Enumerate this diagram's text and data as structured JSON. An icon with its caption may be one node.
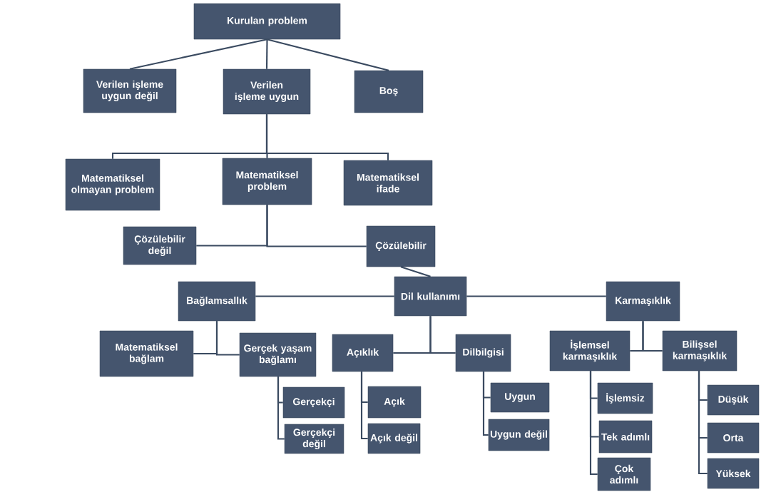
{
  "diagram": {
    "nodes": [
      {
        "text": [
          "Kurulan problem"
        ]
      },
      {
        "text": [
          "Verilen işleme uygun değil"
        ]
      },
      {
        "text": [
          "Verilen işleme uygun"
        ]
      },
      {
        "text": [
          "Boş"
        ]
      },
      {
        "text": [
          "Matematiksel olmayan problem"
        ]
      },
      {
        "text": [
          "Matematiksel problem"
        ]
      },
      {
        "text": [
          "Matematiksel ifade"
        ]
      },
      {
        "text": [
          "Çözülebilir değil"
        ]
      },
      {
        "text": [
          "Çözülebilir"
        ]
      },
      {
        "text": [
          "Bağlamsallık"
        ]
      },
      {
        "text": [
          "Dil kullanımı"
        ]
      },
      {
        "text": [
          "Karmaşıklık"
        ]
      },
      {
        "text": [
          "Matematiksel bağlam"
        ]
      },
      {
        "text": [
          "Gerçek yaşam bağlamı"
        ]
      },
      {
        "text": [
          "Açıklık"
        ]
      },
      {
        "text": [
          "Dilbilgisi"
        ]
      },
      {
        "text": [
          "İşlemsel karmaşıklık"
        ]
      },
      {
        "text": [
          "Bilişsel karmaşıklık"
        ]
      },
      {
        "text": [
          "Gerçekçi"
        ]
      },
      {
        "text": [
          "Gerçekçi değil"
        ]
      },
      {
        "text": [
          "Açık"
        ]
      },
      {
        "text": [
          "Açık değil"
        ]
      },
      {
        "text": [
          "Uygun"
        ]
      },
      {
        "text": [
          "Uygun değil"
        ]
      },
      {
        "text": [
          "İşlemsiz"
        ]
      },
      {
        "text": [
          "Tek adımlı"
        ]
      },
      {
        "text": [
          "Çok adımlı"
        ]
      },
      {
        "text": [
          "Düşük"
        ]
      },
      {
        "text": [
          "Orta"
        ]
      },
      {
        "text": [
          "Yüksek"
        ]
      }
    ],
    "edges": [
      {
        "from": 0,
        "to": 1,
        "arrow": "none"
      },
      {
        "from": 0,
        "to": 2,
        "arrow": "none"
      },
      {
        "from": 0,
        "to": 3,
        "arrow": "none"
      },
      {
        "from": 2,
        "to": 4,
        "arrow": "none"
      },
      {
        "from": 2,
        "to": 5,
        "arrow": "none"
      },
      {
        "from": 2,
        "to": 6,
        "arrow": "none"
      },
      {
        "from": 5,
        "to": 7,
        "arrow": "none"
      },
      {
        "from": 5,
        "to": 8,
        "arrow": "none"
      },
      {
        "from": 8,
        "to": 10,
        "arrow": "none"
      },
      {
        "from": 10,
        "to": 9,
        "arrow": "none"
      },
      {
        "from": 10,
        "to": 11,
        "arrow": "none"
      },
      {
        "from": 9,
        "to": 12,
        "arrow": "none"
      },
      {
        "from": 9,
        "to": 13,
        "arrow": "none"
      },
      {
        "from": 10,
        "to": 14,
        "arrow": "none"
      },
      {
        "from": 10,
        "to": 15,
        "arrow": "none"
      },
      {
        "from": 11,
        "to": 16,
        "arrow": "none"
      },
      {
        "from": 11,
        "to": 17,
        "arrow": "none"
      },
      {
        "from": 13,
        "to": 18,
        "arrow": "none"
      },
      {
        "from": 13,
        "to": 19,
        "arrow": "none"
      },
      {
        "from": 14,
        "to": 20,
        "arrow": "none"
      },
      {
        "from": 14,
        "to": 21,
        "arrow": "none"
      },
      {
        "from": 15,
        "to": 22,
        "arrow": "none"
      },
      {
        "from": 15,
        "to": 23,
        "arrow": "none"
      },
      {
        "from": 16,
        "to": 24,
        "arrow": "none"
      },
      {
        "from": 16,
        "to": 25,
        "arrow": "none"
      },
      {
        "from": 16,
        "to": 26,
        "arrow": "none"
      },
      {
        "from": 17,
        "to": 27,
        "arrow": "none"
      },
      {
        "from": 17,
        "to": 28,
        "arrow": "none"
      },
      {
        "from": 17,
        "to": 29,
        "arrow": "none"
      }
    ]
  }
}
